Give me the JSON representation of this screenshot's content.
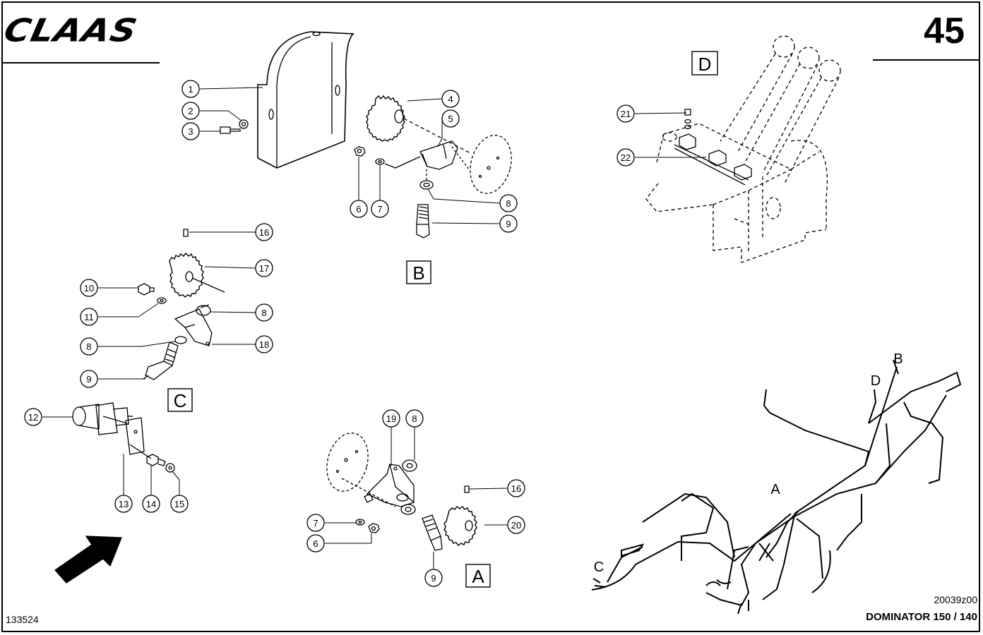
{
  "header": {
    "brand": "CLAAS",
    "page_number": "45"
  },
  "footer": {
    "drawing_code": "20039z00",
    "model": "DOMINATOR 150 / 140",
    "reference": "133524"
  },
  "views": {
    "A": "A",
    "B": "B",
    "C": "C",
    "D": "D"
  },
  "harness_labels": {
    "A": "A",
    "B": "B",
    "C": "C",
    "D": "D"
  },
  "callouts": {
    "n1": "1",
    "n2": "2",
    "n3": "3",
    "n4": "4",
    "n5": "5",
    "n6": "6",
    "n7": "7",
    "n8": "8",
    "n9": "9",
    "n10": "10",
    "n11": "11",
    "n12": "12",
    "n13": "13",
    "n14": "14",
    "n15": "15",
    "n16": "16",
    "n17": "17",
    "n18": "18",
    "n19": "19",
    "n20": "20",
    "n21": "21",
    "n22": "22"
  }
}
